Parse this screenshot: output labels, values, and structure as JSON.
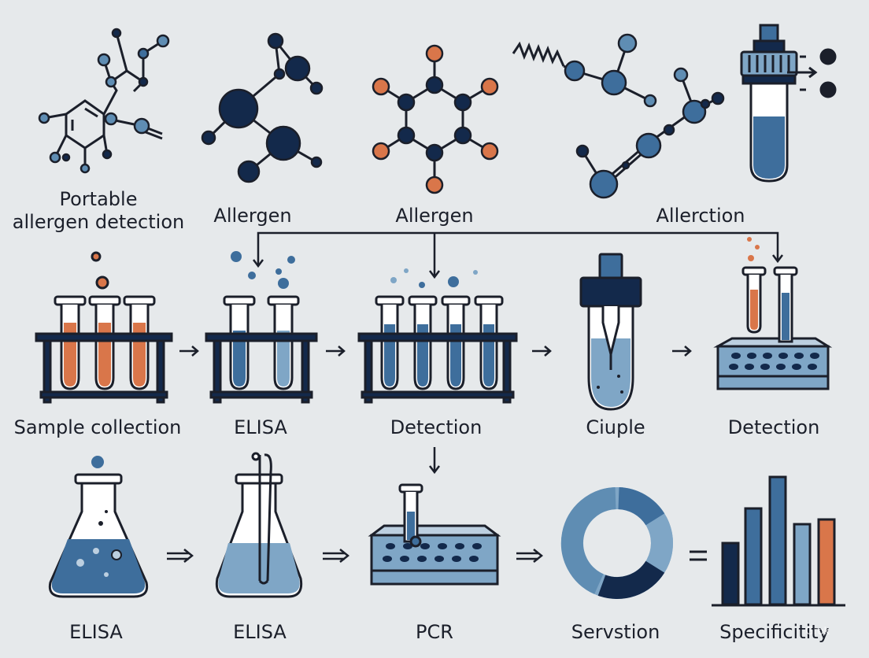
{
  "colors": {
    "navy": "#13294b",
    "blue": "#3e6e9c",
    "light_blue": "#7fa6c6",
    "orange": "#d9764a",
    "line": "#1b1f2a",
    "background": "#e6e9eb"
  },
  "row1": {
    "portable": {
      "line1": "Portable",
      "line2": "allergen detection"
    },
    "allergen_a": "Allergen",
    "allergen_b": "Allergen",
    "allerction": "Allerction"
  },
  "row2": {
    "sample_collection": "Sample collection",
    "elisa": "ELISA",
    "detection_a": "Detection",
    "ciuple": "Ciuple",
    "detection_b": "Detection"
  },
  "row3": {
    "elisa_a": "ELISA",
    "elisa_b": "ELISA",
    "pcr": "PCR",
    "servstion": "Servstion",
    "specificity": "Specificitity"
  },
  "icons": [
    "molecule-icon",
    "test-tube-rack-icon",
    "microplate-icon",
    "pipette-icon",
    "erlenmeyer-flask-icon",
    "donut-chart-icon",
    "bar-chart-icon"
  ],
  "watermark": "Grok"
}
